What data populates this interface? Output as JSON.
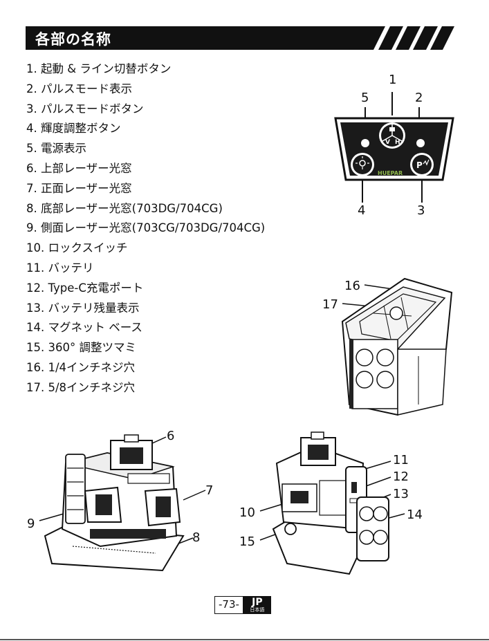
{
  "header": {
    "title": "各部の名称"
  },
  "parts": [
    "1. 起動 & ライン切替ボタン",
    "2. パルスモード表示",
    "3. パルスモードボタン",
    "4. 輝度調整ボタン",
    "5. 電源表示",
    "6. 上部レーザー光窓",
    "7. 正面レーザー光窓",
    "8. 底部レーザー光窓(703DG/704CG)",
    "9. 側面レーザー光窓(703CG/703DG/704CG)",
    "10. ロックスイッチ",
    "11. バッテリ",
    "12. Type-C充電ポート",
    "13. バッテリ残量表示",
    "14. マグネット ベース",
    "15. 360° 調整ツマミ",
    "16. 1/4インチネジ穴",
    "17. 5/8インチネジ穴"
  ],
  "panel": {
    "brand": "HUEPAR",
    "button_v": "V",
    "button_h": "H",
    "callouts": [
      "1",
      "2",
      "3",
      "4",
      "5"
    ]
  },
  "figures": {
    "bottom_callouts": [
      "16",
      "17"
    ],
    "front_callouts": [
      "6",
      "7",
      "8",
      "9"
    ],
    "back_callouts": [
      "10",
      "11",
      "12",
      "13",
      "14",
      "15"
    ]
  },
  "footer": {
    "page": "-73-",
    "lang_code": "JP",
    "lang_name": "日本語"
  }
}
